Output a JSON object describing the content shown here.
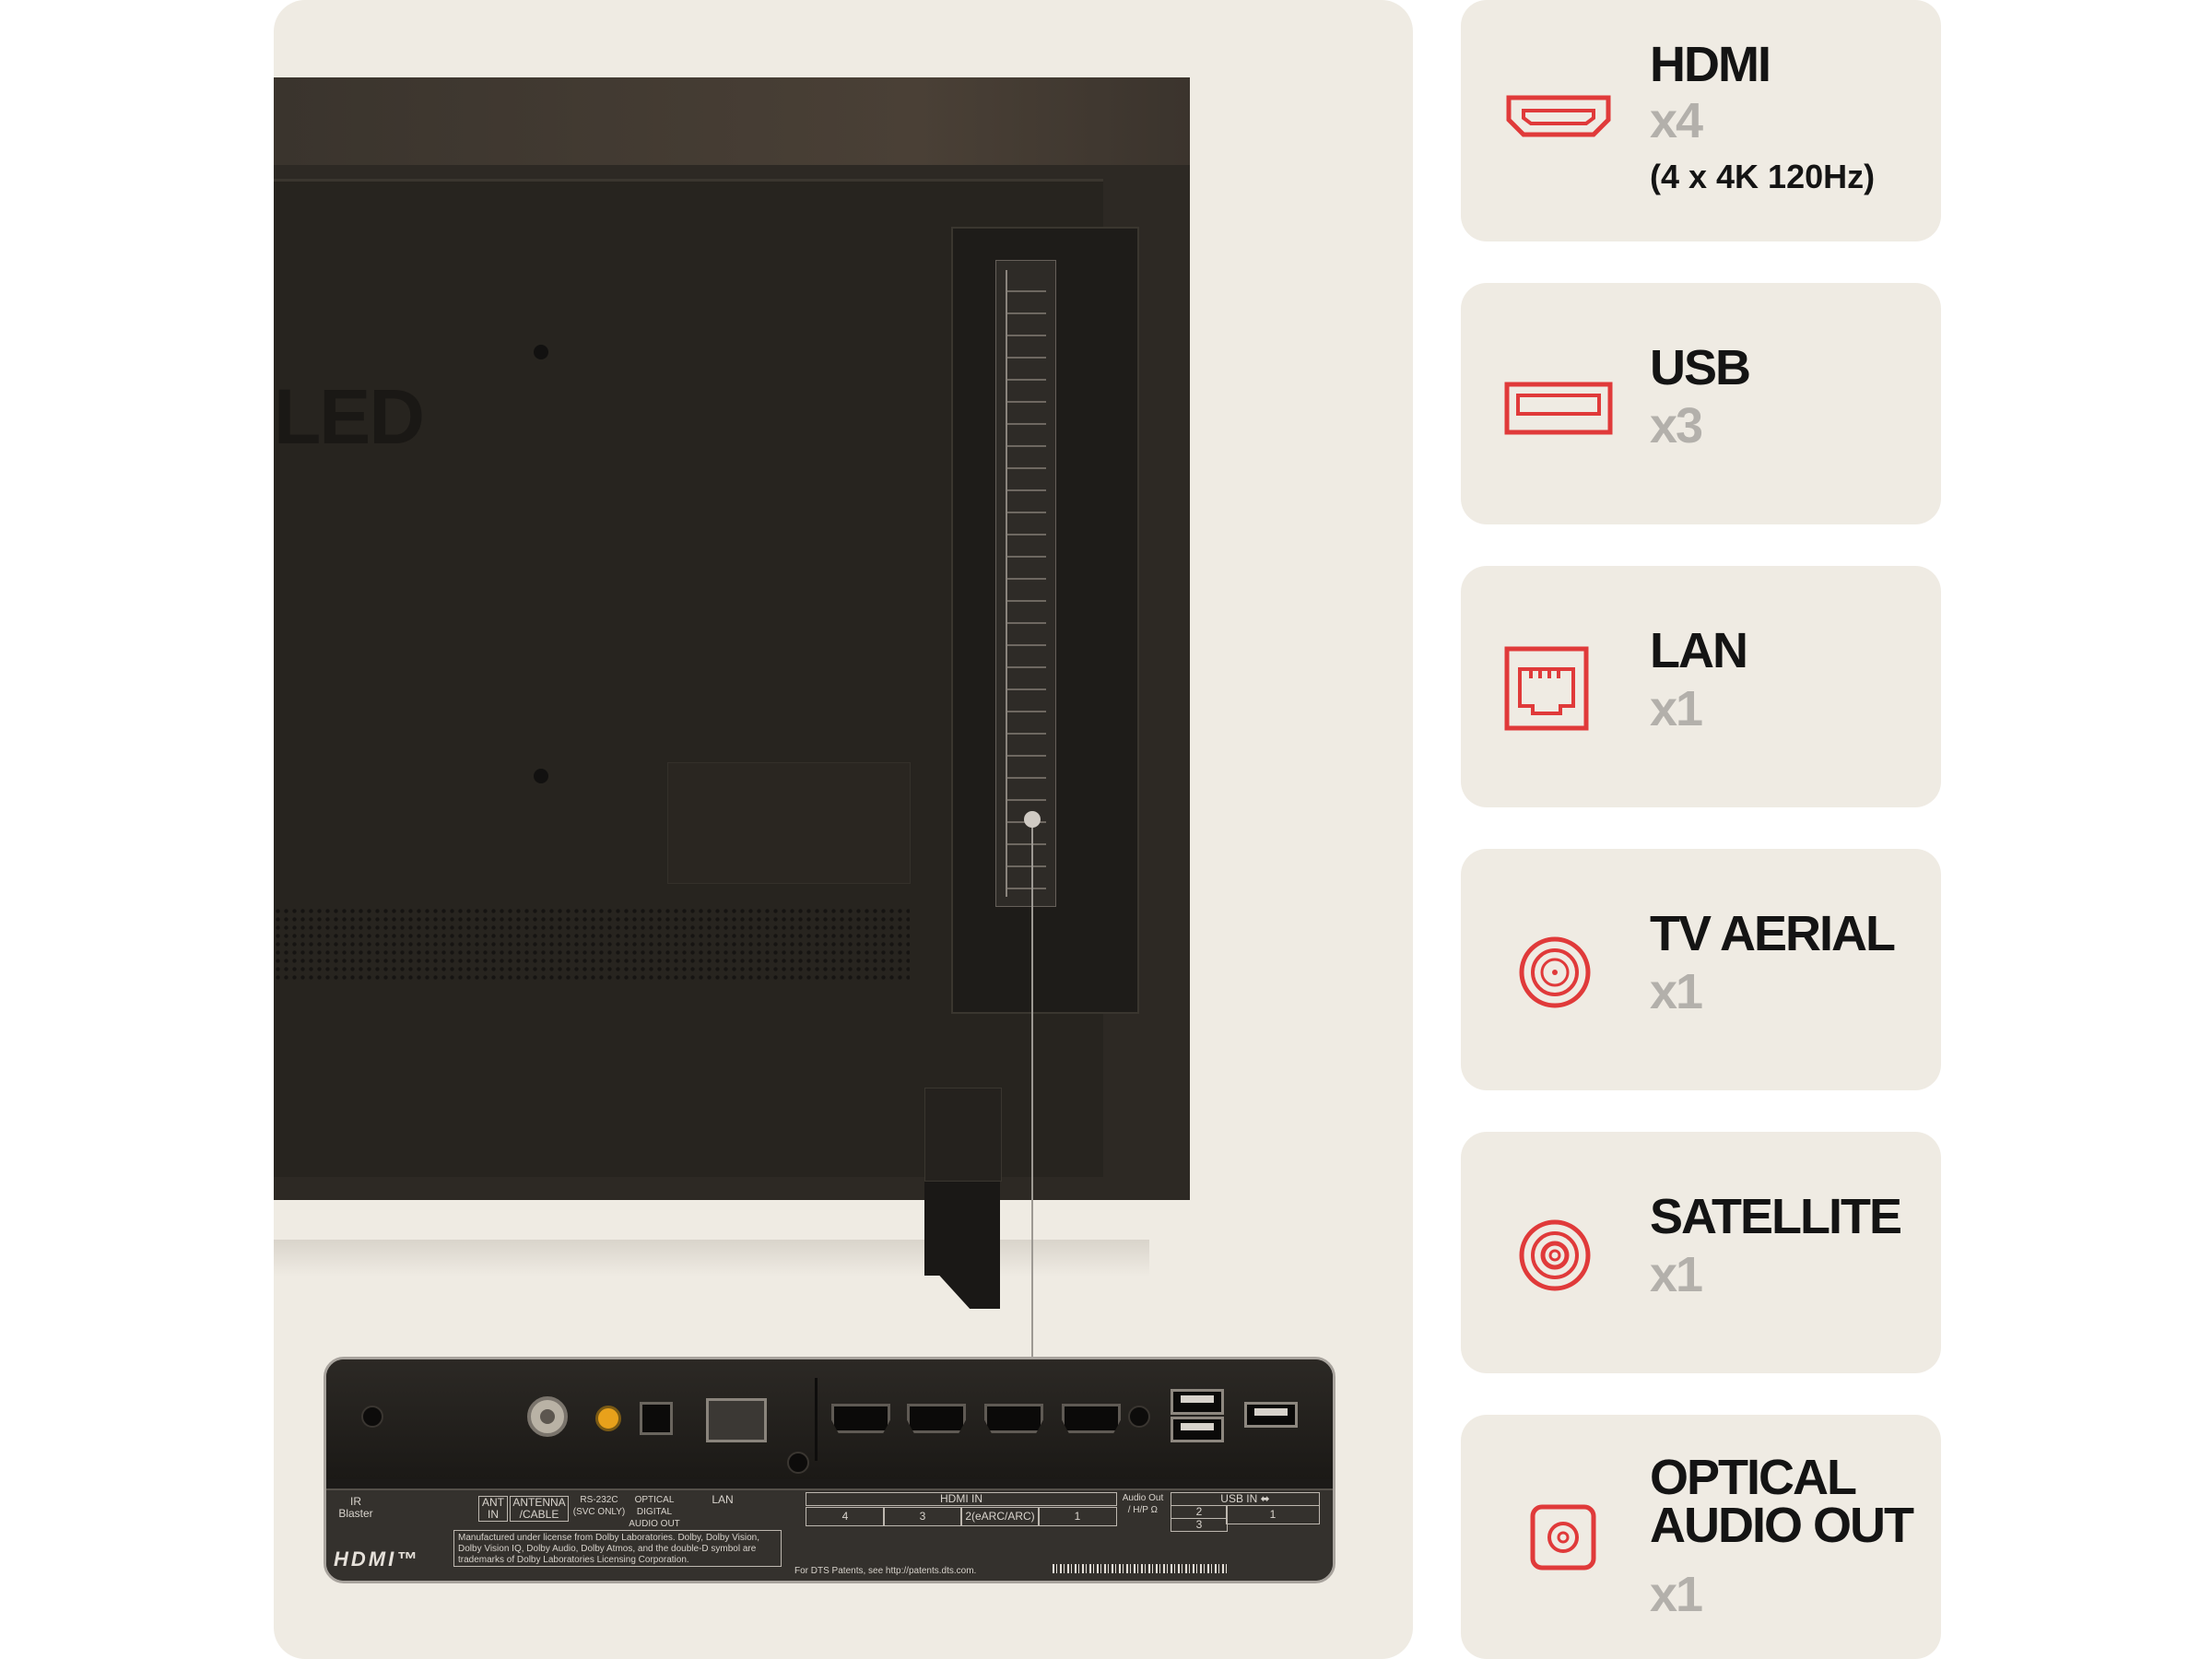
{
  "tv_image": {
    "logo_fragment": "LED",
    "closeup_labels": {
      "ir_blaster": "IR\nBlaster",
      "ant_in": "ANT\nIN",
      "antenna_cable": "ANTENNA\n/CABLE",
      "rs232c": "RS-232C\n(SVC ONLY)",
      "optical": "OPTICAL\nDIGITAL\nAUDIO OUT",
      "lan": "LAN",
      "hdmi_in": "HDMI IN",
      "hdmi_ports": [
        "4",
        "3",
        "2(eARC/ARC)",
        "1"
      ],
      "audio_out": "Audio Out\n/ H/P Ω",
      "usb_in": "USB IN ⬌",
      "usb_ports": [
        "2",
        "3",
        "1"
      ],
      "dolby_note": "Manufactured under license from Dolby Laboratories. Dolby, Dolby Vision, Dolby Vision IQ, Dolby Audio, Dolby Atmos, and the double-D symbol are trademarks of Dolby Laboratories Licensing Corporation.",
      "dts_note": "For DTS Patents, see http://patents.dts.com.",
      "hdmi_wordmark": "HDMI™"
    }
  },
  "connections": [
    {
      "title": "HDMI",
      "count": "x4",
      "note": "(4 x 4K 120Hz)",
      "icon": "hdmi-port-icon"
    },
    {
      "title": "USB",
      "count": "x3",
      "note": "",
      "icon": "usb-port-icon"
    },
    {
      "title": "LAN",
      "count": "x1",
      "note": "",
      "icon": "lan-port-icon"
    },
    {
      "title": "TV AERIAL",
      "count": "x1",
      "note": "",
      "icon": "aerial-icon"
    },
    {
      "title": "SATELLITE",
      "count": "x1",
      "note": "",
      "icon": "satellite-icon"
    },
    {
      "title": "OPTICAL\nAUDIO OUT",
      "count": "x1",
      "note": "",
      "icon": "optical-audio-icon"
    }
  ],
  "colors": {
    "icon_red": "#e03a3a",
    "card_bg": "#efebe3",
    "count_grey": "#b3b0ab"
  }
}
